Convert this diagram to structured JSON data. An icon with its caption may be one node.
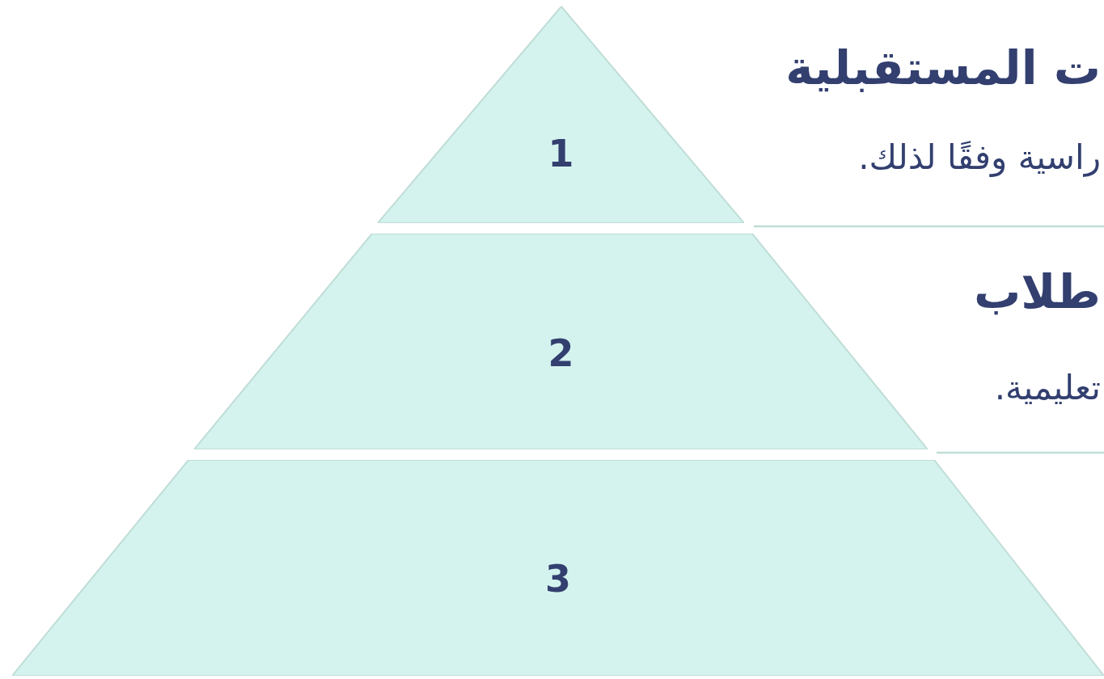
{
  "diagram": {
    "nodes": [
      {
        "text": [
          "1"
        ],
        "beside": [
          "ت المستقبلية",
          "راسية وفقًا لذلك."
        ]
      },
      {
        "text": [
          "2"
        ],
        "beside": [
          "طلاب",
          "تعليمية."
        ]
      },
      {
        "text": [
          "3"
        ]
      }
    ]
  }
}
